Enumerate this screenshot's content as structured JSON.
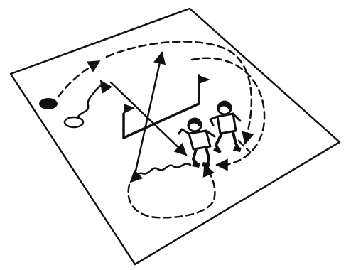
{
  "diagram": {
    "kind": "soccer-drill",
    "ink_color": "#111111",
    "background_color": "#ffffff",
    "elements": {
      "field": "pitch-area",
      "ball": "ball-filled",
      "cone": "cone-marker",
      "goal": "flagged-goal",
      "players": [
        "player-left",
        "player-right"
      ],
      "runs": [
        "dashed-run-top",
        "dashed-run-right",
        "dashed-run-bottom-loop"
      ],
      "passes": [
        "pass-arrow-long-diagonal",
        "pass-arrow-upward",
        "pass-arrow-down-to-players",
        "pass-arrow-to-bottom-left"
      ],
      "dribbles": [
        "dribble-wavy-upper",
        "dribble-wavy-lower"
      ]
    }
  }
}
